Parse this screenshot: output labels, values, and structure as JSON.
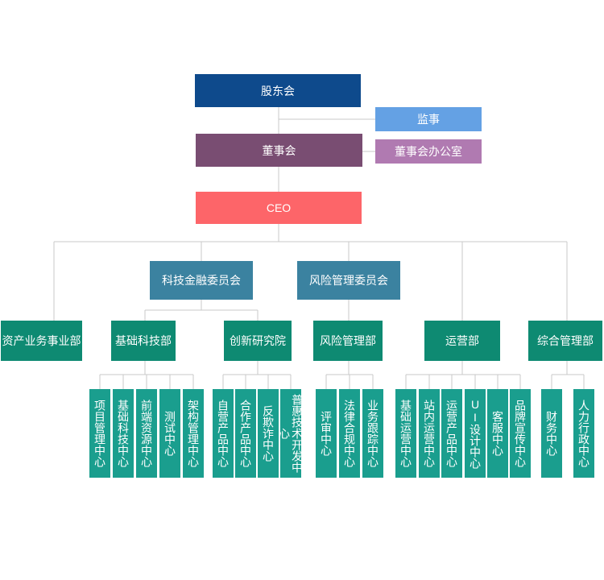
{
  "nodes": {
    "shareholders": {
      "label": "股东会",
      "color": "#0e4a8c"
    },
    "supervisor": {
      "label": "监事",
      "color": "#64a1e4"
    },
    "board": {
      "label": "董事会",
      "color": "#794d72"
    },
    "board_office": {
      "label": "董事会办公室",
      "color": "#b07ab1"
    },
    "ceo": {
      "label": "CEO",
      "color": "#fd6569"
    },
    "fintech_committee": {
      "label": "科技金融委员会",
      "color": "#3b82a0"
    },
    "risk_committee": {
      "label": "风险管理委员会",
      "color": "#3b82a0"
    },
    "asset_division": {
      "label": "资产业务事业部",
      "color": "#0e8a72"
    },
    "base_tech": {
      "label": "基础科技部",
      "color": "#0e8a72"
    },
    "innovation": {
      "label": "创新研究院",
      "color": "#0e8a72"
    },
    "risk_dept": {
      "label": "风险管理部",
      "color": "#0e8a72"
    },
    "operations": {
      "label": "运营部",
      "color": "#0e8a72"
    },
    "general_mgmt": {
      "label": "综合管理部",
      "color": "#0e8a72"
    },
    "c_project": {
      "label": "项目管理中心",
      "color": "#1a9e8e"
    },
    "c_basetech": {
      "label": "基础科技中心",
      "color": "#1a9e8e"
    },
    "c_frontend": {
      "label": "前端资源中心",
      "color": "#1a9e8e"
    },
    "c_test": {
      "label": "测试中心",
      "color": "#1a9e8e"
    },
    "c_arch": {
      "label": "架构管理中心",
      "color": "#1a9e8e"
    },
    "c_ownprod": {
      "label": "自营产品中心",
      "color": "#1a9e8e"
    },
    "c_coopprod": {
      "label": "合作产品中心",
      "color": "#1a9e8e"
    },
    "c_antifraud": {
      "label": "反欺诈中心",
      "color": "#1a9e8e"
    },
    "c_inclusive": {
      "label": "普惠技术开发中心",
      "color": "#1a9e8e"
    },
    "c_review": {
      "label": "评审中心",
      "color": "#1a9e8e"
    },
    "c_legal": {
      "label": "法律合规中心",
      "color": "#1a9e8e"
    },
    "c_tracking": {
      "label": "业务跟踪中心",
      "color": "#1a9e8e"
    },
    "c_baseops": {
      "label": "基础运营中心",
      "color": "#1a9e8e"
    },
    "c_siteops": {
      "label": "站内运营中心",
      "color": "#1a9e8e"
    },
    "c_opsprod": {
      "label": "运营产品中心",
      "color": "#1a9e8e"
    },
    "c_ui": {
      "label": "UI设计中心",
      "color": "#1a9e8e"
    },
    "c_service": {
      "label": "客服中心",
      "color": "#1a9e8e"
    },
    "c_brand": {
      "label": "品牌宣传中心",
      "color": "#1a9e8e"
    },
    "c_finance": {
      "label": "财务中心",
      "color": "#1a9e8e"
    },
    "c_hr": {
      "label": "人力行政中心",
      "color": "#1a9e8e"
    }
  },
  "connector_color": "#c8c8c8"
}
